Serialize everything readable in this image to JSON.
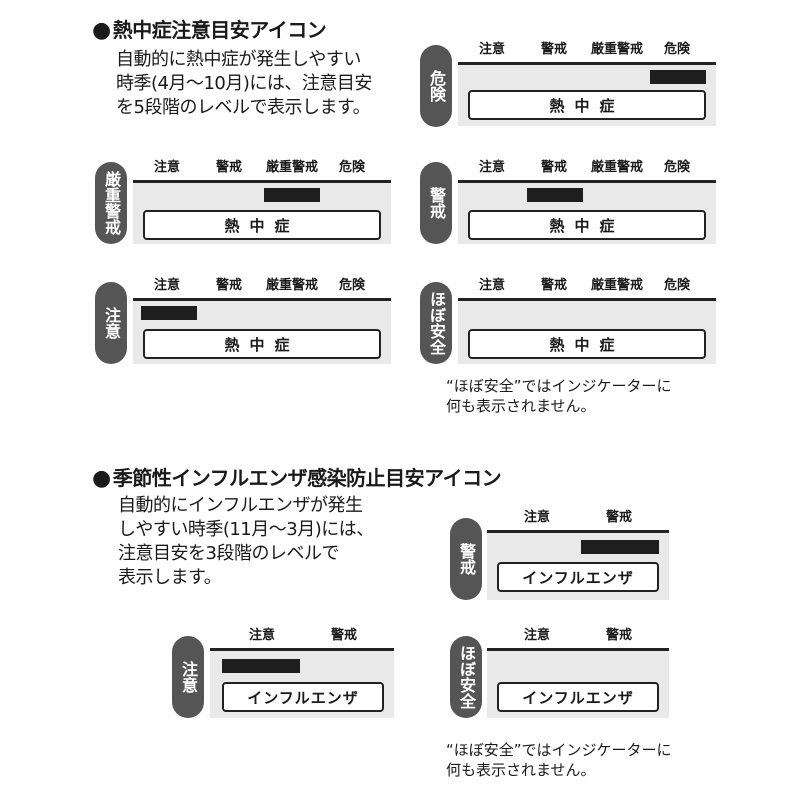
{
  "heat": {
    "heading": "熱中症注意目安アイコン",
    "bullet": "●",
    "desc_lines": [
      "自動的に熱中症が発生しやすい",
      "時季(4月～10月)には、注意目安",
      "を5段階のレベルで表示します。"
    ],
    "labels": [
      "注意",
      "警戒",
      "厳重警戒",
      "危険"
    ],
    "name": "熱中症",
    "panels": [
      {
        "tab": "危険",
        "level": 4
      },
      {
        "tab": "厳重警戒",
        "level": 3
      },
      {
        "tab": "警戒",
        "level": 2
      },
      {
        "tab": "注意",
        "level": 1
      },
      {
        "tab": "ほぼ安全",
        "level": 0
      }
    ],
    "note_lines": [
      "“ほぼ安全”ではインジケーターに",
      "何も表示されません。"
    ]
  },
  "flu": {
    "heading": "季節性インフルエンザ感染防止目安アイコン",
    "bullet": "●",
    "desc_lines": [
      "自動的にインフルエンザが発生",
      "しやすい時季(11月～3月)には、",
      "注意目安を3段階のレベルで",
      "表示します。"
    ],
    "labels": [
      "注意",
      "警戒"
    ],
    "name": "インフルエンザ",
    "panels": [
      {
        "tab": "警戒",
        "level": 2
      },
      {
        "tab": "注意",
        "level": 1
      },
      {
        "tab": "ほぼ安全",
        "level": 0
      }
    ],
    "note_lines": [
      "“ほぼ安全”ではインジケーターに",
      "何も表示されません。"
    ]
  }
}
